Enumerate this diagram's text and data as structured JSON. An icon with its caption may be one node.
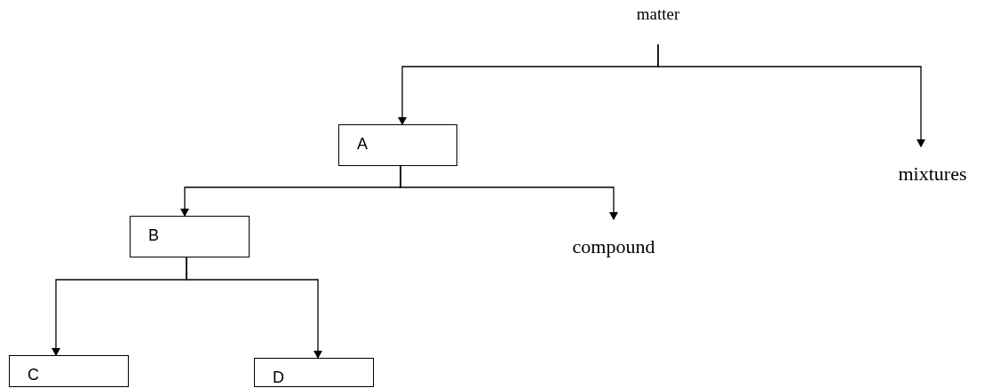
{
  "diagram": {
    "nodes": [
      {
        "text": [
          "matter"
        ]
      },
      {
        "text": [
          "A"
        ]
      },
      {
        "text": [
          "mixtures"
        ]
      },
      {
        "text": [
          "B"
        ]
      },
      {
        "text": [
          "compound"
        ]
      },
      {
        "text": [
          "C"
        ]
      },
      {
        "text": [
          "D"
        ]
      }
    ],
    "edges": [
      {
        "from": 0,
        "to": 1,
        "arrow": "to"
      },
      {
        "from": 0,
        "to": 2,
        "arrow": "to"
      },
      {
        "from": 1,
        "to": 3,
        "arrow": "to"
      },
      {
        "from": 1,
        "to": 4,
        "arrow": "to"
      },
      {
        "from": 3,
        "to": 5,
        "arrow": "to"
      },
      {
        "from": 3,
        "to": 6,
        "arrow": "to"
      }
    ]
  }
}
